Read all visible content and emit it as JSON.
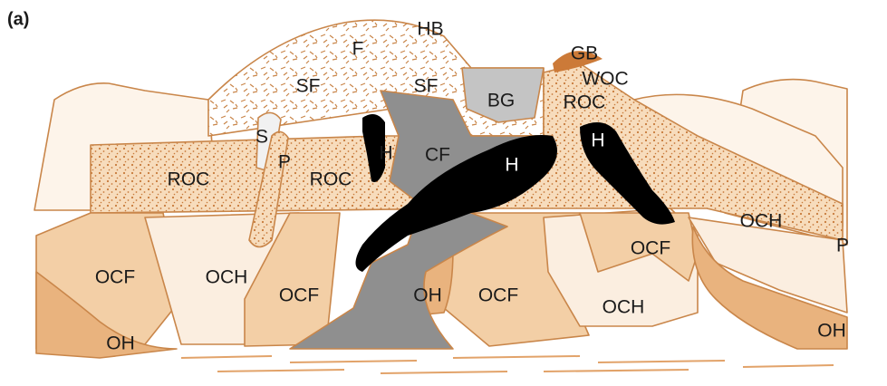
{
  "panel_label": "(a)",
  "colors": {
    "outline": "#c9864a",
    "light_fill": "#fbeee0",
    "medium_fill": "#f3cfa6",
    "dark_fill": "#e9b37e",
    "stipple_bg": "#f7dcbc",
    "stipple_dot": "#c77a3a",
    "grey_core": "#8f8f8f",
    "grey_blob": "#c4c4c4",
    "black_body": "#000000"
  },
  "labels": {
    "hb": "HB",
    "f": "F",
    "sf_left": "SF",
    "sf_right": "SF",
    "bg": "BG",
    "gb": "GB",
    "woc": "WOC",
    "roc_upper": "ROC",
    "s": "S",
    "p_left": "P",
    "roc_left": "ROC",
    "roc_mid": "ROC",
    "h_small": "H",
    "cf": "CF",
    "h_main": "H",
    "h_right": "H",
    "och_right": "OCH",
    "p_right": "P",
    "ocf_right": "OCF",
    "ocf_left": "OCF",
    "och_left": "OCH",
    "ocf_mid": "OCF",
    "oh_mid": "OH",
    "ocf_center": "OCF",
    "och_center": "OCH",
    "oh_left": "OH",
    "oh_right": "OH"
  }
}
